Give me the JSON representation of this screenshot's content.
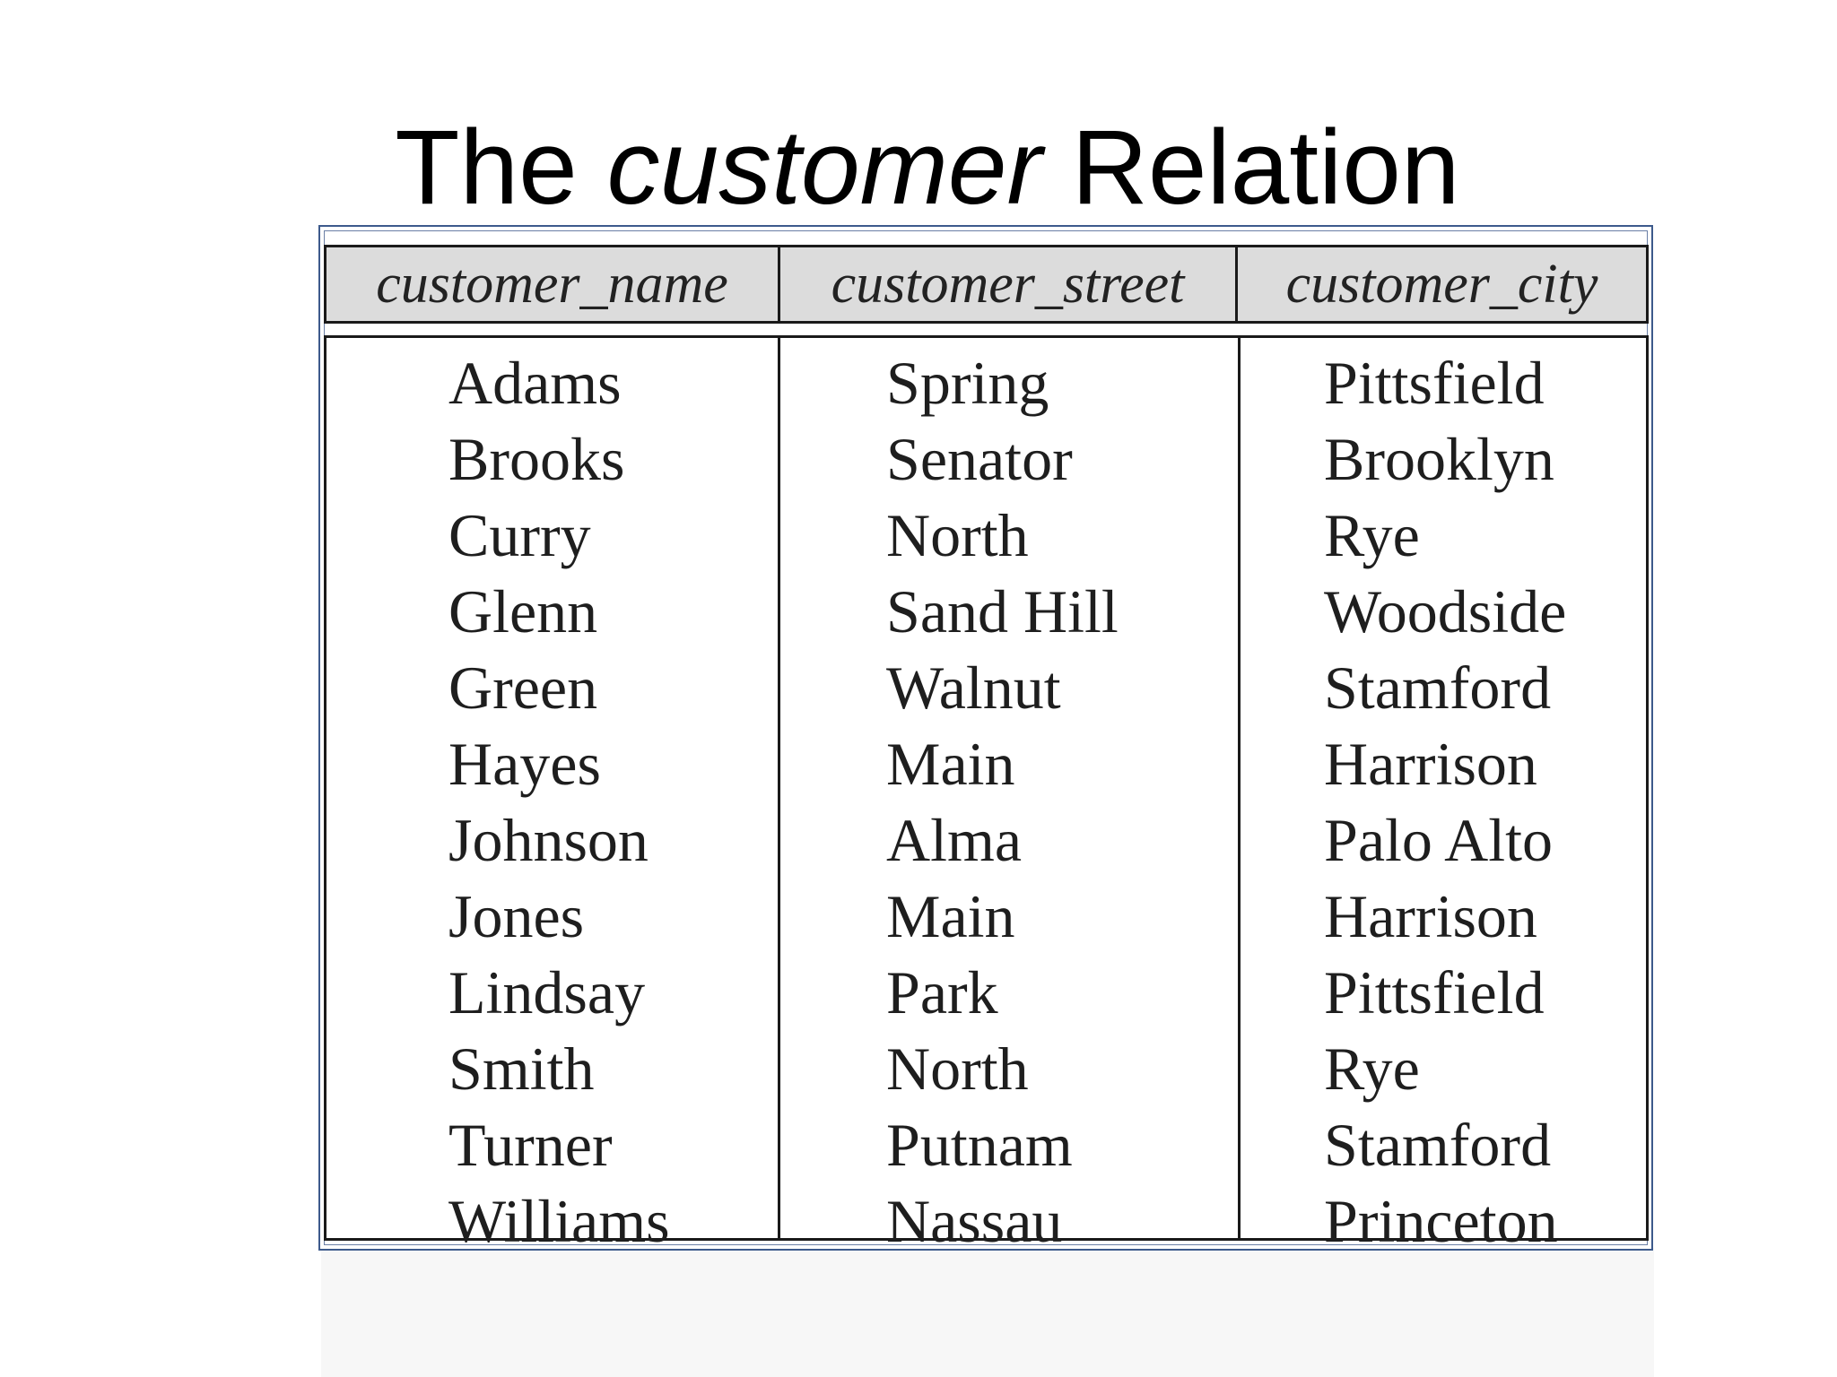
{
  "title": {
    "prefix": "The",
    "italic": "customer",
    "suffix": "Relation"
  },
  "table": {
    "columns": [
      "customer_name",
      "customer_street",
      "customer_city"
    ],
    "rows": [
      [
        "Adams",
        "Spring",
        "Pittsfield"
      ],
      [
        "Brooks",
        "Senator",
        "Brooklyn"
      ],
      [
        "Curry",
        "North",
        "Rye"
      ],
      [
        "Glenn",
        "Sand Hill",
        "Woodside"
      ],
      [
        "Green",
        "Walnut",
        "Stamford"
      ],
      [
        "Hayes",
        "Main",
        "Harrison"
      ],
      [
        "Johnson",
        "Alma",
        "Palo Alto"
      ],
      [
        "Jones",
        "Main",
        "Harrison"
      ],
      [
        "Lindsay",
        "Park",
        "Pittsfield"
      ],
      [
        "Smith",
        "North",
        "Rye"
      ],
      [
        "Turner",
        "Putnam",
        "Stamford"
      ],
      [
        "Williams",
        "Nassau",
        "Princeton"
      ]
    ]
  },
  "colors": {
    "frame": "#3d5a8c",
    "header_bg": "#dcdcdc",
    "rule": "#1a1a1a"
  }
}
